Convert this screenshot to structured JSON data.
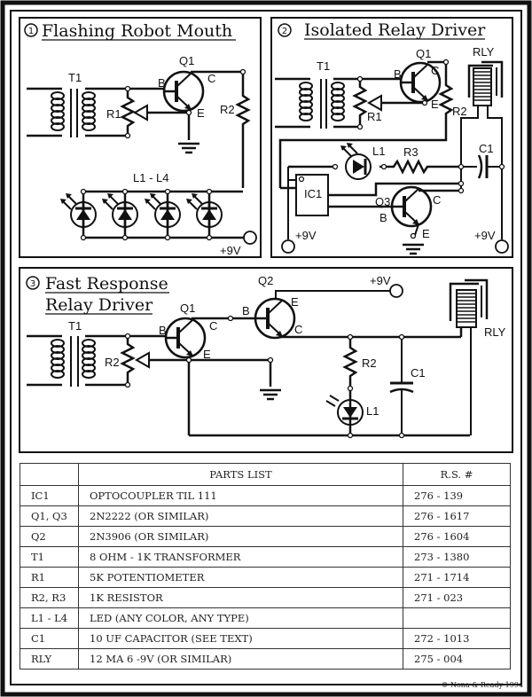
{
  "panels": [
    {
      "number": "1",
      "title": "Flashing Robot Mouth",
      "labels": {
        "transformer": "T1",
        "transistor": "Q1",
        "base": "B",
        "collector": "C",
        "emitter": "E",
        "pot": "R1",
        "resistor": "R2",
        "leds": "L1 - L4",
        "supply": "+9V"
      }
    },
    {
      "number": "2",
      "title": "Isolated Relay Driver",
      "labels": {
        "transformer": "T1",
        "transistor": "Q1",
        "base": "B",
        "collector": "C",
        "emitter": "E",
        "pot": "R1",
        "resistor": "R2",
        "relay": "RLY",
        "led": "L1",
        "resistor2": "R3",
        "capacitor": "C1",
        "ic": "IC1",
        "transistor2": "Q3",
        "base2": "B",
        "collector2": "C",
        "emitter2": "E",
        "supply_left": "+9V",
        "supply_right": "+9V"
      }
    },
    {
      "number": "3",
      "title_line1": "Fast Response",
      "title_line2": "Relay Driver",
      "labels": {
        "transformer": "T1",
        "transistor": "Q1",
        "base": "B",
        "collector": "C",
        "emitter": "E",
        "pot": "R2",
        "transistor2": "Q2",
        "base2": "B",
        "collector2": "C",
        "emitter2": "E",
        "supply": "+9V",
        "resistor": "R2",
        "led": "L1",
        "capacitor": "C1",
        "relay": "RLY"
      }
    }
  ],
  "parts_list": {
    "headers": [
      "",
      "PARTS LIST",
      "R.S. #"
    ],
    "rows": [
      [
        "IC1",
        "OPTOCOUPLER TIL 111",
        "276 - 139"
      ],
      [
        "Q1, Q3",
        "2N2222 (OR SIMILAR)",
        "276 - 1617"
      ],
      [
        "Q2",
        "2N3906 (OR SIMILAR)",
        "276 - 1604"
      ],
      [
        "T1",
        "8 OHM - 1K TRANSFORMER",
        "273 - 1380"
      ],
      [
        "R1",
        "5K POTENTIOMETER",
        "271 - 1714"
      ],
      [
        "R2, R3",
        "1K RESISTOR",
        "271 - 023"
      ],
      [
        "L1 - L4",
        "LED (ANY  COLOR, ANY TYPE)",
        ""
      ],
      [
        "C1",
        "10 UF CAPACITOR (SEE TEXT)",
        "272 - 1013"
      ],
      [
        "RLY",
        "12 MA 6 -9V (OR SIMILAR)",
        "275 - 004"
      ]
    ]
  },
  "copyright": "© Nona & Ready 1994"
}
